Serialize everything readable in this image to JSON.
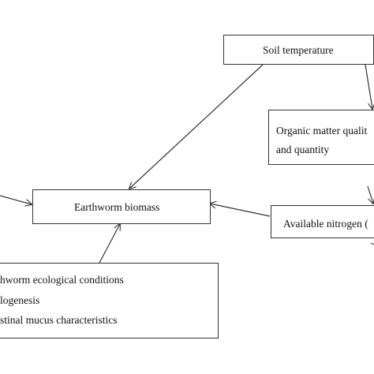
{
  "diagram": {
    "nodes": {
      "soil_temperature": {
        "lines": [
          "Soil temperature"
        ]
      },
      "organic_matter": {
        "lines": [
          "Organic matter qualit",
          "and quantity"
        ]
      },
      "earthworm_biomass": {
        "lines": [
          "Earthworm biomass"
        ]
      },
      "available_nitrogen": {
        "lines": [
          "Available nitrogen ("
        ]
      },
      "earthworm_factors": {
        "lines": [
          "hworm ecological conditions",
          "logenesis",
          "stinal mucus characteristics"
        ]
      }
    },
    "edges": [
      {
        "from": "soil_temperature",
        "to": "earthworm_biomass"
      },
      {
        "from": "soil_temperature",
        "to": "organic_matter"
      },
      {
        "from": "organic_matter",
        "to": "available_nitrogen"
      },
      {
        "from": "available_nitrogen",
        "to": "earthworm_biomass"
      },
      {
        "from": "earthworm_factors",
        "to": "earthworm_biomass"
      },
      {
        "from": "offscreen-left",
        "to": "earthworm_biomass"
      }
    ],
    "colors": {
      "line": "#333333",
      "text": "#111111",
      "background": "#ffffff"
    }
  }
}
